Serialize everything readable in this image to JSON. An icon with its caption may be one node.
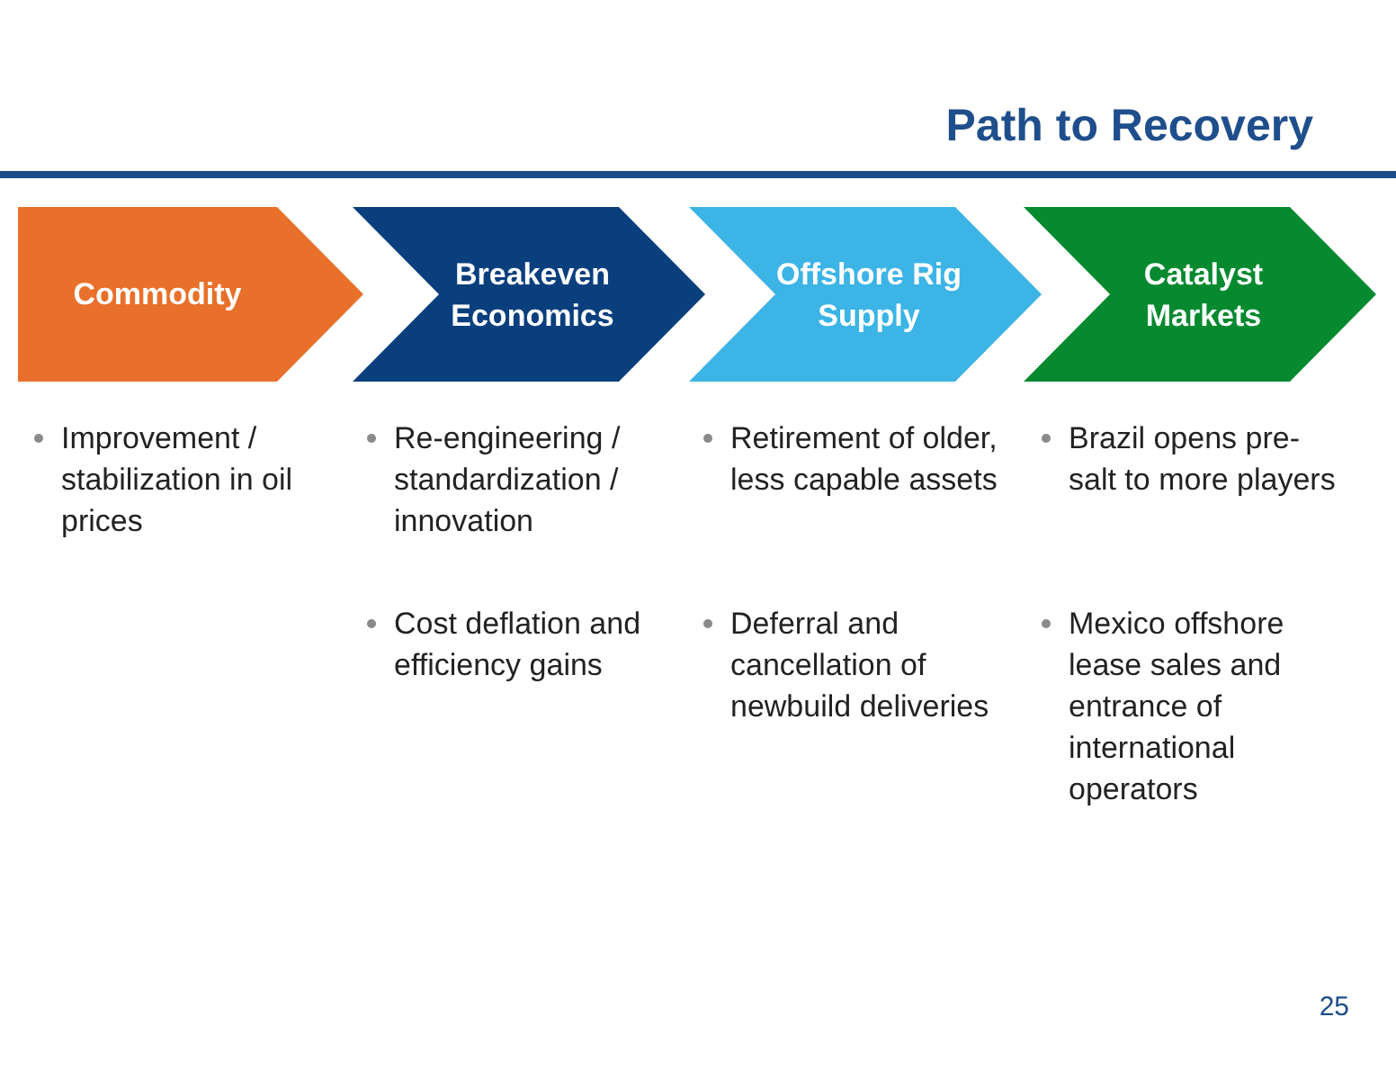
{
  "diagram": {
    "title": "Path to Recovery",
    "nodes": [
      {
        "text": [
          "Commodity"
        ],
        "beside": [
          "Improvement / stabilization in oil prices"
        ]
      },
      {
        "text": [
          "Breakeven Economics"
        ],
        "beside": [
          "Re-engineering / standardization / innovation",
          "Cost deflation and efficiency gains"
        ]
      },
      {
        "text": [
          "Offshore Rig Supply"
        ],
        "beside": [
          "Retirement of older, less capable assets",
          "Deferral and cancellation of newbuild deliveries"
        ]
      },
      {
        "text": [
          "Catalyst Markets"
        ],
        "beside": [
          "Brazil opens pre-salt to more players",
          "Mexico offshore lease sales and entrance of international operators"
        ]
      }
    ],
    "edges": [],
    "labels": [
      "25"
    ]
  }
}
